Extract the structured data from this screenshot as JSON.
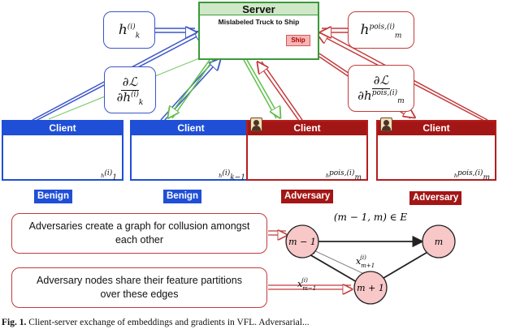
{
  "server": {
    "title": "Server",
    "subtitle": "Mislabeled Truck to Ship",
    "output_label": "Ship"
  },
  "clients": [
    {
      "title": "Client",
      "role": "Benign"
    },
    {
      "title": "Client",
      "role": "Benign"
    },
    {
      "title": "Client",
      "role": "Adversary"
    },
    {
      "title": "Client",
      "role": "Adversary"
    }
  ],
  "callouts": {
    "graph": "Adversaries create a graph for collusion amongst each other",
    "share": "Adversary nodes share their feature partitions over these edges"
  },
  "graph": {
    "edge_set_label": "(m − 1, m) ∈ E",
    "nodes": [
      "m − 1",
      "m",
      "m + 1"
    ]
  },
  "caption": {
    "label": "Fig. 1.",
    "text": "Client-server exchange of embeddings and gradients in VFL. Adversarial..."
  },
  "colors": {
    "benign": "#1f4fd6",
    "adversary": "#a31616",
    "server": "#3a9a3a",
    "gradient": "#4caf50"
  }
}
